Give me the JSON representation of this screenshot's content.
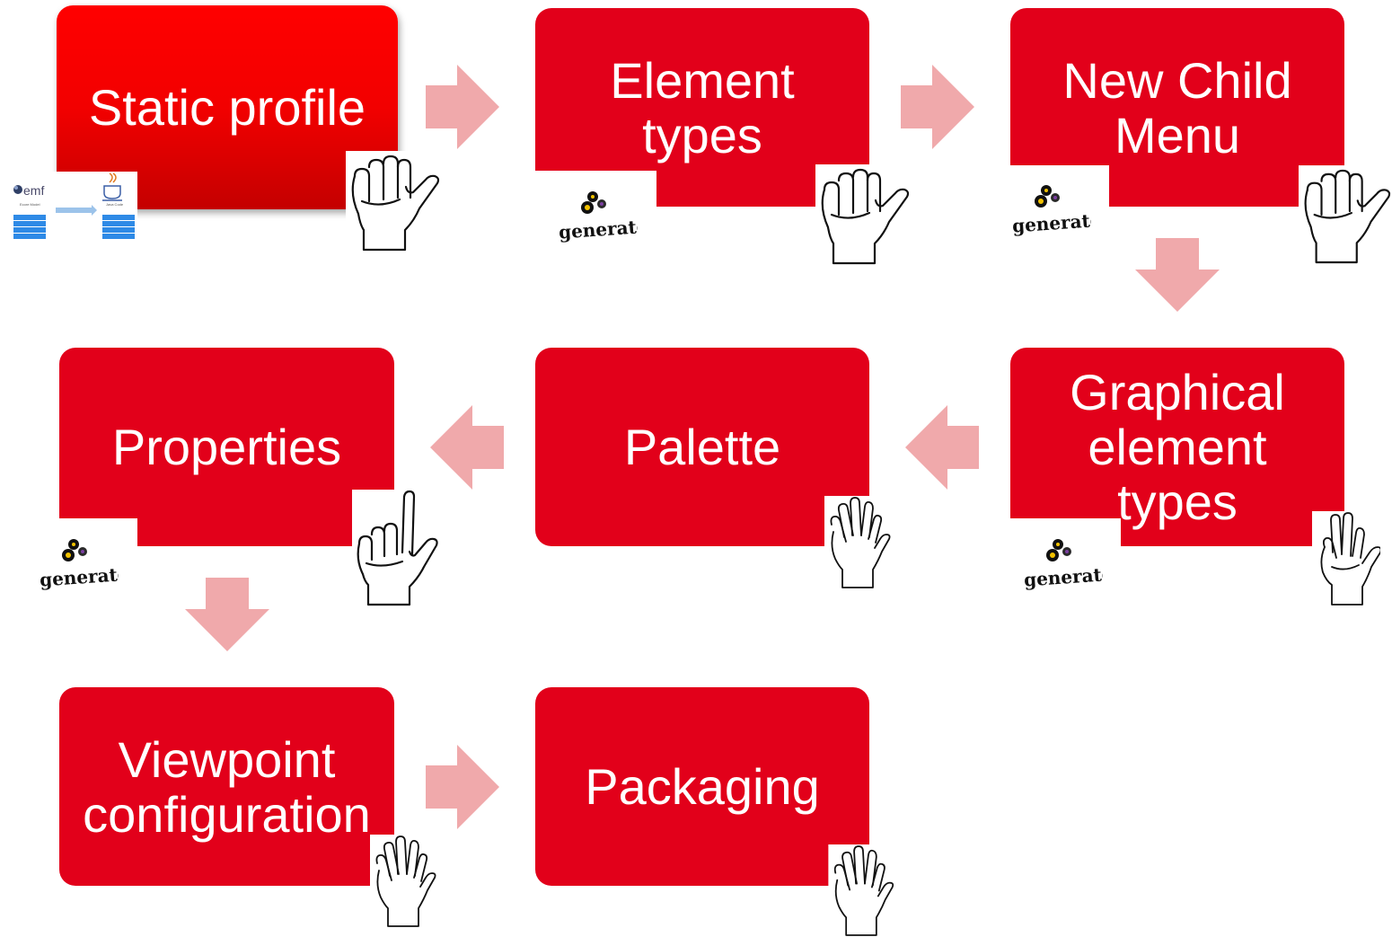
{
  "flow": {
    "steps": [
      {
        "lines": [
          "Static profile"
        ]
      },
      {
        "lines": [
          "Element",
          "types"
        ]
      },
      {
        "lines": [
          "New Child",
          "Menu"
        ]
      },
      {
        "lines": [
          "Graphical",
          "element",
          "types"
        ]
      },
      {
        "lines": [
          "Palette"
        ]
      },
      {
        "lines": [
          "Properties"
        ]
      },
      {
        "lines": [
          "Viewpoint",
          "configuration"
        ]
      },
      {
        "lines": [
          "Packaging"
        ]
      }
    ]
  },
  "icons": {
    "hand": "hand-gesture-icon",
    "generate": "generate-logo-icon",
    "emf": "emf-to-java-diagram"
  },
  "colors": {
    "box": "#e2001a",
    "box_top_gradient": "#ff0000",
    "arrow": "#f0a9ab"
  }
}
